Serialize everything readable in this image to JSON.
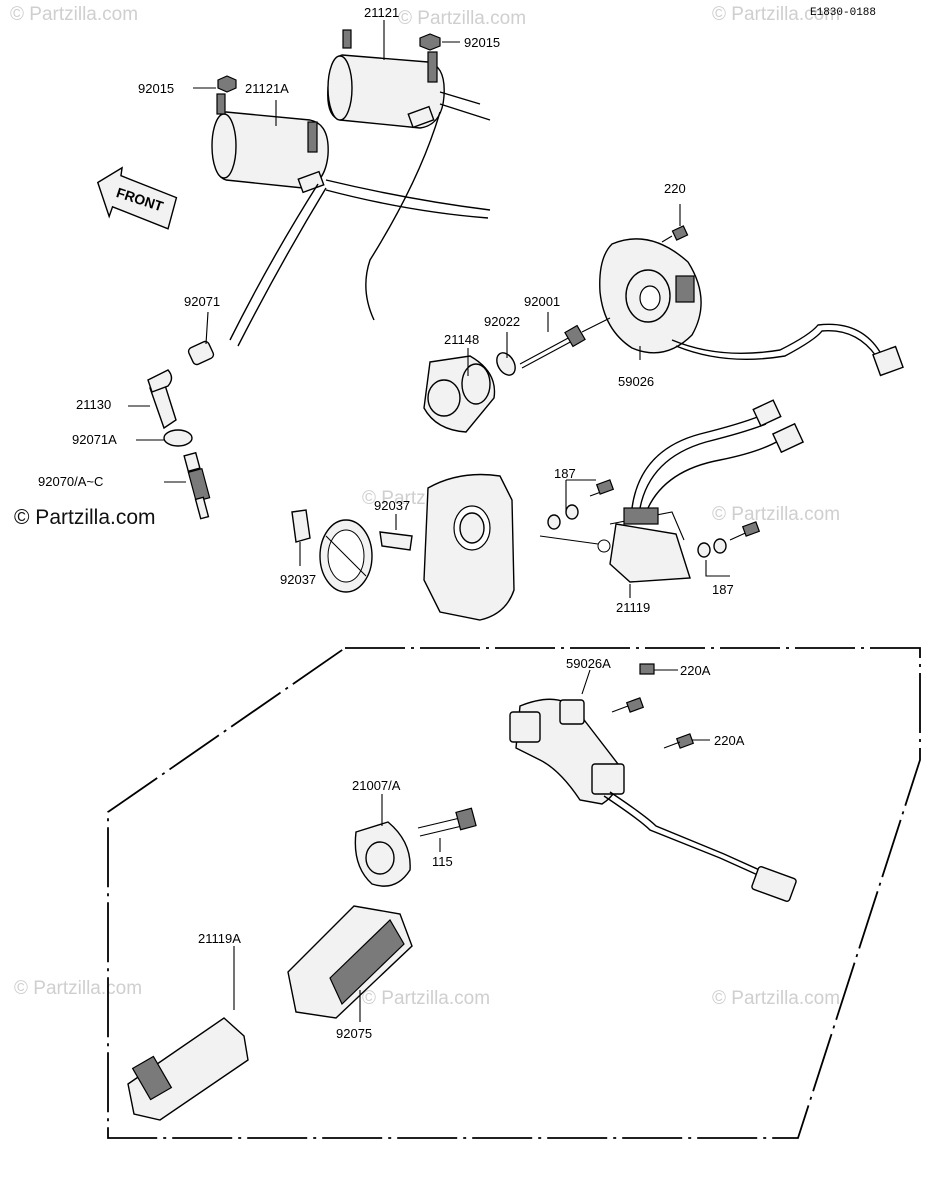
{
  "reference_code": "E1830-0188",
  "watermark": "© Partzilla.com",
  "front_marker": "FRONT",
  "labels": {
    "l21121": "21121",
    "l92015_top": "92015",
    "l92015_left": "92015",
    "l21121A": "21121A",
    "l220": "220",
    "l92071": "92071",
    "l92001": "92001",
    "l92022": "92022",
    "l21148": "21148",
    "l59026": "59026",
    "l21130": "21130",
    "l92071A": "92071A",
    "l92070": "92070/A~C",
    "l187_left": "187",
    "l92037_top": "92037",
    "l92037_bottom": "92037",
    "l187_right": "187",
    "l21119": "21119",
    "l59026A": "59026A",
    "l220A_top": "220A",
    "l220A_mid": "220A",
    "l21007A": "21007/A",
    "l115": "115",
    "l21119A": "21119A",
    "l92075": "92075"
  }
}
